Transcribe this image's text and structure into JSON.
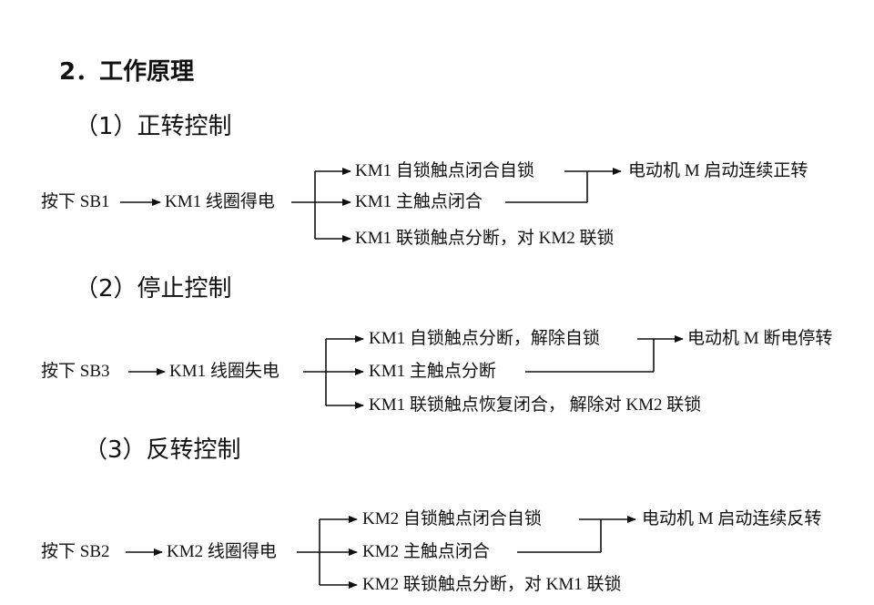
{
  "section_title": "2．工作原理",
  "blocks": [
    {
      "heading": "（1）正转控制",
      "action": "按下 SB1",
      "coil": "KM1 线圈得电",
      "branches": [
        "KM1 自锁触点闭合自锁",
        "KM1 主触点闭合",
        "KM1 联锁触点分断，对 KM2 联锁"
      ],
      "result": "电动机 M 启动连续正转"
    },
    {
      "heading": "（2）停止控制",
      "action": "按下 SB3",
      "coil": "KM1 线圈失电",
      "branches": [
        "KM1 自锁触点分断，解除自锁",
        "KM1 主触点分断",
        "KM1 联锁触点恢复闭合， 解除对 KM2 联锁"
      ],
      "result": "电动机 M 断电停转"
    },
    {
      "heading": "（3）反转控制",
      "action": "按下 SB2",
      "coil": "KM2 线圈得电",
      "branches": [
        "KM2 自锁触点闭合自锁",
        "KM2 主触点闭合",
        "KM2 联锁触点分断，对 KM1 联锁"
      ],
      "result": "电动机 M 启动连续反转"
    }
  ]
}
